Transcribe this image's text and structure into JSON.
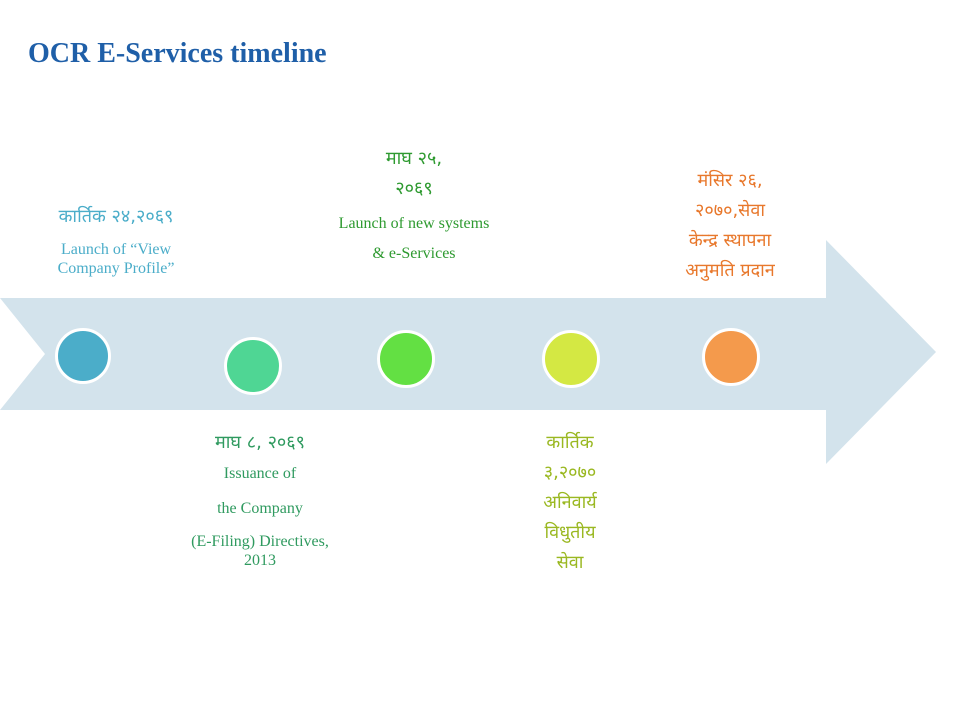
{
  "title": "OCR E-Services timeline",
  "colors": {
    "title": "#1f5fa8",
    "arrow": "#d3e3ec",
    "node1": "#4badc9",
    "node2": "#4fd694",
    "node3": "#63e043",
    "node4": "#d4e843",
    "node5": "#f49a4c",
    "label1": "#4badc9",
    "label2": "#2f9a5f",
    "label3": "#2e9a30",
    "label4": "#9ab821",
    "label5": "#e8782c"
  },
  "milestones": [
    {
      "date": "कार्तिक २४,२०६९",
      "text": "Launch of “View Company Profile”"
    },
    {
      "date": "माघ ८, २०६९",
      "text1": "Issuance of",
      "text2": "the Company",
      "text3": "(E-Filing) Directives, 2013"
    },
    {
      "date1": "माघ २५,",
      "date2": "२०६९",
      "text1": "Launch of new systems",
      "text2": "& e-Services"
    },
    {
      "lines": [
        "कार्तिक",
        "३,२०७०",
        "अनिवार्य",
        "विधुतीय",
        "सेवा"
      ]
    },
    {
      "lines": [
        "मंसिर २६,",
        "२०७०,सेवा",
        "केन्द्र स्थापना",
        "अनुमति प्रदान"
      ]
    }
  ]
}
